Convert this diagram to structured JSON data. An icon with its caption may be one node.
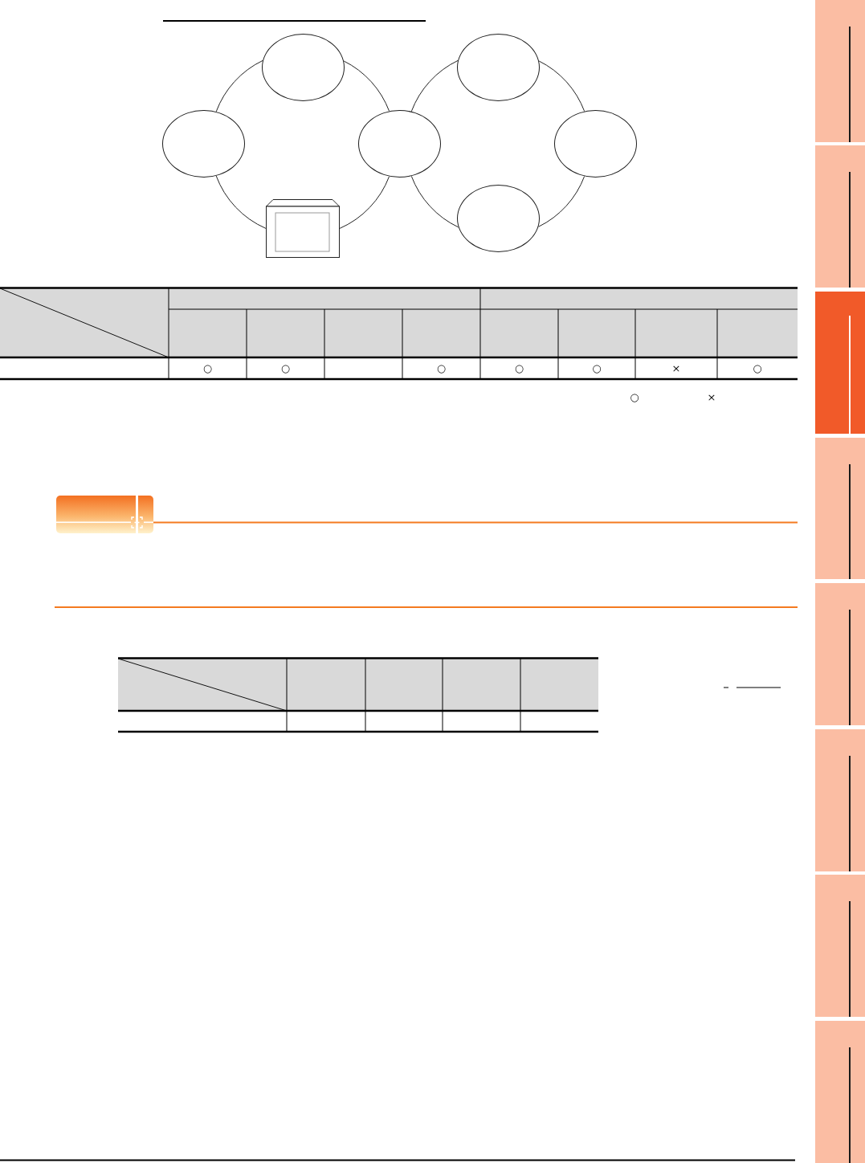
{
  "diagram": {
    "nodes": [
      {
        "text": [],
        "shape": "ellipse"
      },
      {
        "text": [],
        "shape": "ellipse"
      },
      {
        "text": [],
        "shape": "ellipse"
      },
      {
        "text": [],
        "shape": "ellipse"
      },
      {
        "text": [],
        "shape": "ellipse"
      },
      {
        "text": [],
        "shape": "ellipse"
      },
      {
        "text": [],
        "shape": "picture"
      }
    ],
    "edges": [
      {
        "from": 2,
        "to": 0,
        "arrow": "none"
      },
      {
        "from": 0,
        "to": 3,
        "arrow": "none"
      },
      {
        "from": 3,
        "to": 6,
        "arrow": "none"
      },
      {
        "from": 6,
        "to": 2,
        "arrow": "none"
      },
      {
        "from": 3,
        "to": 1,
        "arrow": "none"
      },
      {
        "from": 1,
        "to": 4,
        "arrow": "none"
      },
      {
        "from": 4,
        "to": 5,
        "arrow": "none"
      },
      {
        "from": 5,
        "to": 3,
        "arrow": "none"
      }
    ],
    "labels": [
      "○",
      "○",
      "○",
      "○",
      "○",
      "×",
      "○",
      "○",
      "×"
    ]
  }
}
